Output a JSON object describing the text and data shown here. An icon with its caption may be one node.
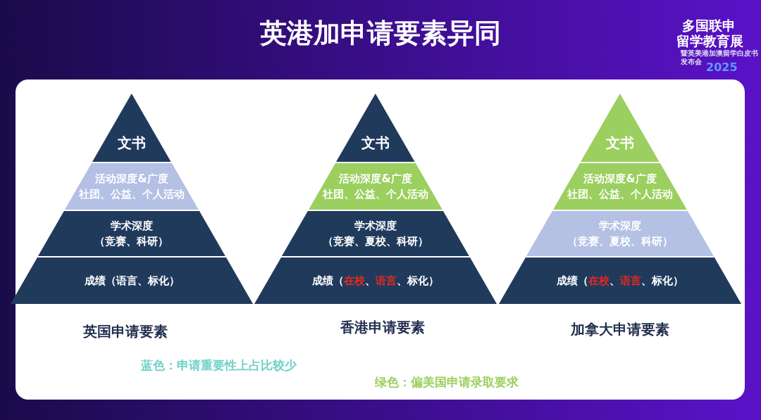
{
  "diagram": {
    "title": "英港加申请要素异同",
    "nodes": [
      {
        "text": [
          "文书"
        ]
      },
      {
        "text": [
          "活动深度&广度",
          "社团、公益、个人活动"
        ]
      },
      {
        "text": [
          "学术深度",
          "（竞赛、科研）"
        ]
      },
      {
        "text": [
          "成绩（语言、标化）"
        ]
      },
      {
        "text": [
          "文书"
        ]
      },
      {
        "text": [
          "活动深度&广度",
          "社团、公益、个人活动"
        ]
      },
      {
        "text": [
          "学术深度",
          "（竞赛、夏校、科研）"
        ]
      },
      {
        "text": [
          "成绩（**在校**、**语言**、标化）"
        ]
      },
      {
        "text": [
          "文书"
        ]
      },
      {
        "text": [
          "活动深度&广度",
          "社团、公益、个人活动"
        ]
      },
      {
        "text": [
          "学术深度",
          "（竞赛、夏校、科研）"
        ]
      },
      {
        "text": [
          "成绩（**在校**、**语言**、标化）"
        ]
      }
    ],
    "labels": [
      "多国联申",
      "留学教育展",
      "暨英美港加澳留学白皮书",
      "发布会",
      "2025",
      "英国申请要素",
      "香港申请要素",
      "加拿大申请要素",
      "蓝色：申请重要性上占比较少",
      "绿色：偏美国申请录取要求"
    ]
  }
}
